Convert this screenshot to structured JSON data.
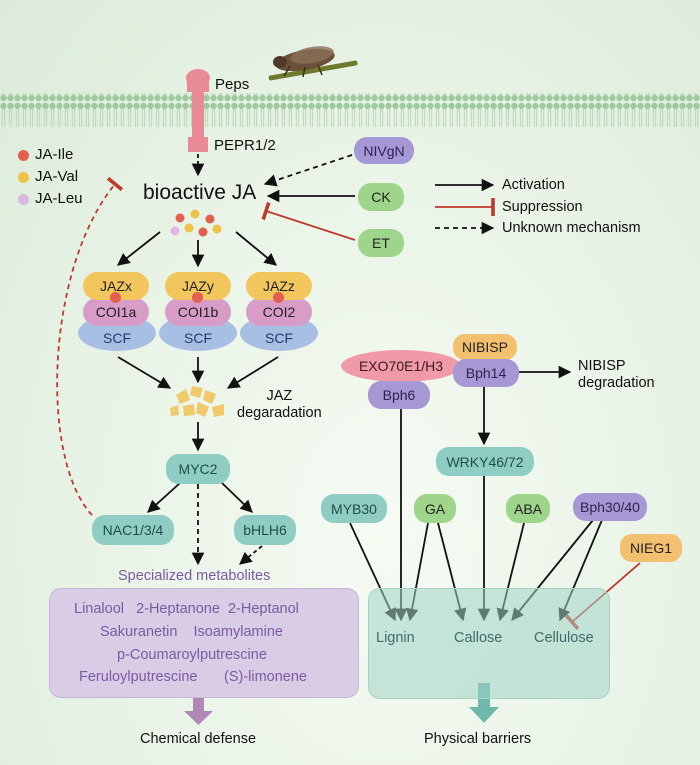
{
  "receptor": {
    "peps": "Peps",
    "pepr": "PEPR1/2"
  },
  "legend_ja": {
    "ile": "JA-Ile",
    "val": "JA-Val",
    "leu": "JA-Leu"
  },
  "legend_arrows": {
    "activation": "Activation",
    "suppression": "Suppression",
    "unknown": "Unknown mechanism"
  },
  "center": {
    "bioactive": "bioactive JA"
  },
  "regulators": {
    "nivgn": "NIVgN",
    "ck": "CK",
    "et": "ET"
  },
  "complexes": [
    {
      "jaz": "JAZx",
      "coi": "COI1a",
      "scf": "SCF"
    },
    {
      "jaz": "JAZy",
      "coi": "COI1b",
      "scf": "SCF"
    },
    {
      "jaz": "JAZz",
      "coi": "COI2",
      "scf": "SCF"
    }
  ],
  "jaz_degradation": "JAZ\ndegaradation",
  "tf": {
    "myc2": "MYC2",
    "nac": "NAC1/3/4",
    "bhlh": "bHLH6"
  },
  "metabolites_title": "Specialized metabolites",
  "metabolites": {
    "line1": "Linalool   2-Heptanone  2-Heptanol",
    "line2": "Sakuranetin    Isoamylamine",
    "line3": "p-Coumaroylputrescine",
    "line4a": "Feruloylputrescine",
    "line4b": "(S)-limonene"
  },
  "chemical_defense": "Chemical defense",
  "resistance": {
    "exo70": "EXO70E1/H3",
    "bph6": "Bph6",
    "nibisp": "NIBISP",
    "bph14": "Bph14",
    "nibisp_deg": "NIBISP\ndegradation",
    "wrky": "WRKY46/72"
  },
  "hormones": {
    "myb30": "MYB30",
    "ga": "GA",
    "aba": "ABA",
    "bph30": "Bph30/40",
    "nieg1": "NIEG1"
  },
  "barriers": {
    "lignin": "Lignin",
    "callose": "Callose",
    "cellulose": "Cellulose"
  },
  "physical_barriers": "Physical barriers",
  "colors": {
    "activation": "#111111",
    "suppression": "#c0392b",
    "green_node": "#9fd58a",
    "purple_node": "#a698d4",
    "teal_node": "#8fcdc4",
    "metabolite_box": "#d9cde6",
    "barrier_box": "#bfe0d7"
  }
}
